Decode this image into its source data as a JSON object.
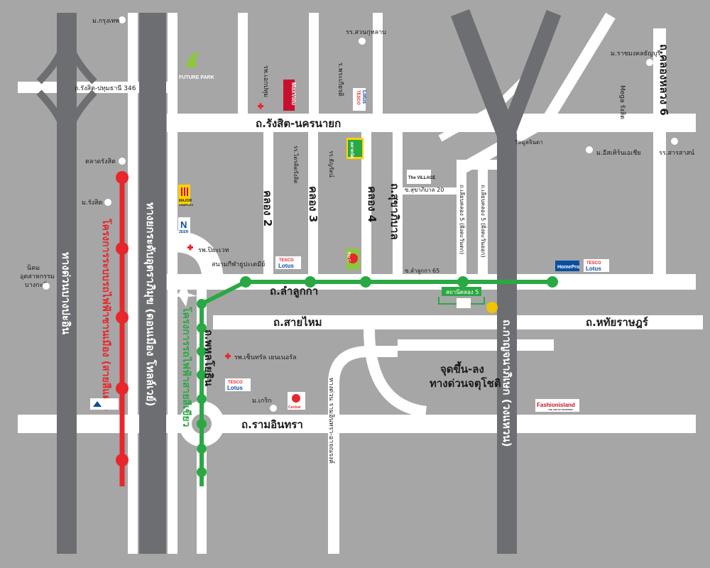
{
  "colors": {
    "background": "#a6a6a6",
    "road": "#ffffff",
    "expressway": "#6d6e71",
    "red_line": "#e8262b",
    "green_line": "#2aa844",
    "text": "#1a1a1a"
  },
  "roads": {
    "rangsit_pathum": "ถ.รังสิต-ปทุมธานี 346",
    "rangsit_nakhonnayok": "ถ.รังสิต-นครนายก",
    "khlong2": "คลอง 2",
    "khlong3": "คลอง 3",
    "khlong4": "คลอง 4",
    "sukhaphiban": "ถ.สุขาภิบาล",
    "sukhaphiban_20": "ซ.สุขาภิบาล 20",
    "lamlukka": "ถ.ลำลูกกา",
    "lamlukka_65": "ซ.ลำลูกกา 65",
    "saimai": "ถ.สายไหม",
    "phahonyothin": "ถ.พหลโยธิน",
    "ramintra": "ถ.รามอินทรา",
    "hathairat": "ถ.หทัยราษฎร์",
    "khlong6": "ถ.คลองหลวง 6",
    "liab_khlong5_west": "ถ.เลียบคลอง 5 (ฝั่งตะวันตก)",
    "liab_khlong5_east": "ถ.เลียบคลอง 5 (ฝั่งตะวันออก)",
    "ramintra_atnarong_expressway": "ทางด่วน รามอินทรา-อาจณรงค์",
    "jatujak_exit": "จุดขึ้น-ลง",
    "jatujak_exit_2": "ทางด่วนจตุโชติ"
  },
  "expressways": {
    "burapha_withi": "ทางด่วนบางปะอิน",
    "don_mueang_tollway": "ทางยกระดับอุตราภิมุข (ดอนเมือง โทลล์เวย์)",
    "kanchanaphisek": "ถ.กาญจนาภิเษก (วงแหวน)"
  },
  "rail": {
    "red_line": "โครงการระบบรถไฟฟ้าชานเมือง (สายสีแดง)",
    "green_line": "โครงการรถไฟฟ้าสายสีเขียว",
    "station_khlong5": "สถานีคลอง 5"
  },
  "places": {
    "bangkok_uni": "ม.กรุงเทพ",
    "rangsit_market": "ตลาดรังสิต",
    "rangsit_uni": "ม.รังสิต",
    "industrial_estate_1": "นิคม",
    "industrial_estate_2": "อุตสาหกรรม",
    "industrial_estate_3": "บางกะดี",
    "bangpho_hospital": "รพ.เอกปทุม",
    "school_suankularb": "รร.สวนกุหลาบ",
    "prince_mahidol": "ร.พระเกียรติ",
    "school_taksin": "รร.ไตรคิดรังสิต",
    "school_kanchana": "รร.ธัญรัตน์",
    "bimjai_hospital": "รพ.ปิยะเวท",
    "sports_stadium": "สนามกีฬาธูปะเตมีย์",
    "central_hospital": "รพ.เซ็นทรัล เยนเนอรัล",
    "thonburi_uni": "ม.เกริก",
    "rajamangala_uni": "ม.ราชมงคลธัญบุรี",
    "mega_rangsit": "Mega รังสิต",
    "wat_mulchinda": "วัดมูลจินดา",
    "eastern_asia_uni": "ม.อีสเทิร์นเอเชีย",
    "school_sarasas": "รร.สารสาสน์"
  },
  "logos": {
    "future_park": "FUTURE PARK",
    "maxvalu": "MaxValu",
    "tesco": "TESCO",
    "lotus": "Lotus",
    "major": "MAJOR",
    "major_sub": "CINEPLEX",
    "zeer": "ZEER",
    "homepro": "HomePro",
    "big_c": "Big C",
    "village": "The VILLAGE",
    "central": "Central",
    "fashion_island": "Fashionisland",
    "fashion_island_sub": "THE LIFE OF SHOPPING",
    "market": "ตลาดนัด"
  }
}
